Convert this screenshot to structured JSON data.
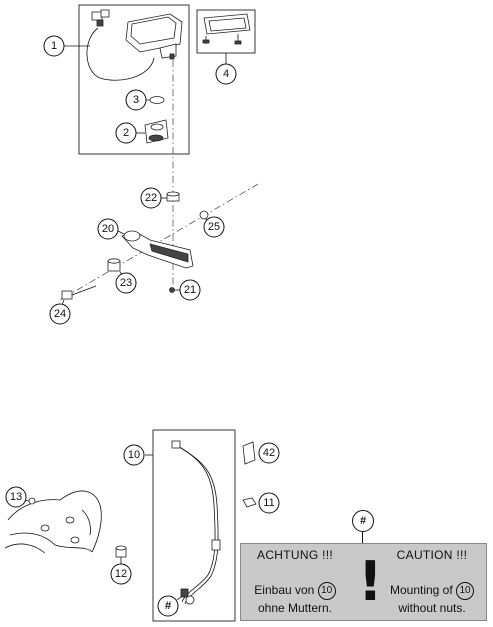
{
  "callouts": {
    "c1": "1",
    "c2": "2",
    "c3": "3",
    "c4": "4",
    "c10": "10",
    "c11": "11",
    "c12": "12",
    "c13": "13",
    "c20": "20",
    "c21": "21",
    "c22": "22",
    "c23": "23",
    "c24": "24",
    "c25": "25",
    "c42": "42",
    "hash_marker": "#"
  },
  "warning": {
    "marker": "#",
    "de_heading": "ACHTUNG !!!",
    "de_line1_prefix": "Einbau von",
    "de_line1_ref": "10",
    "de_line2": "ohne Muttern.",
    "symbol": "!",
    "en_heading": "CAUTION !!!",
    "en_line1_prefix": "Mounting of",
    "en_line1_ref": "10",
    "en_line2": "without nuts."
  }
}
